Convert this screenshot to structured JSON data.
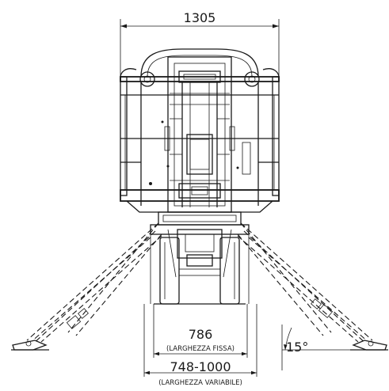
{
  "dimensions": {
    "overall_width": "1305",
    "fixed_width": "786",
    "fixed_width_note": "(LARGHEZZA FISSA)",
    "variable_width": "748-1000",
    "variable_width_note": "(LARGHEZZA VARIABILE)",
    "outrigger_angle": "15°"
  },
  "colors": {
    "line": "#1a1a1a",
    "background": "#ffffff"
  }
}
